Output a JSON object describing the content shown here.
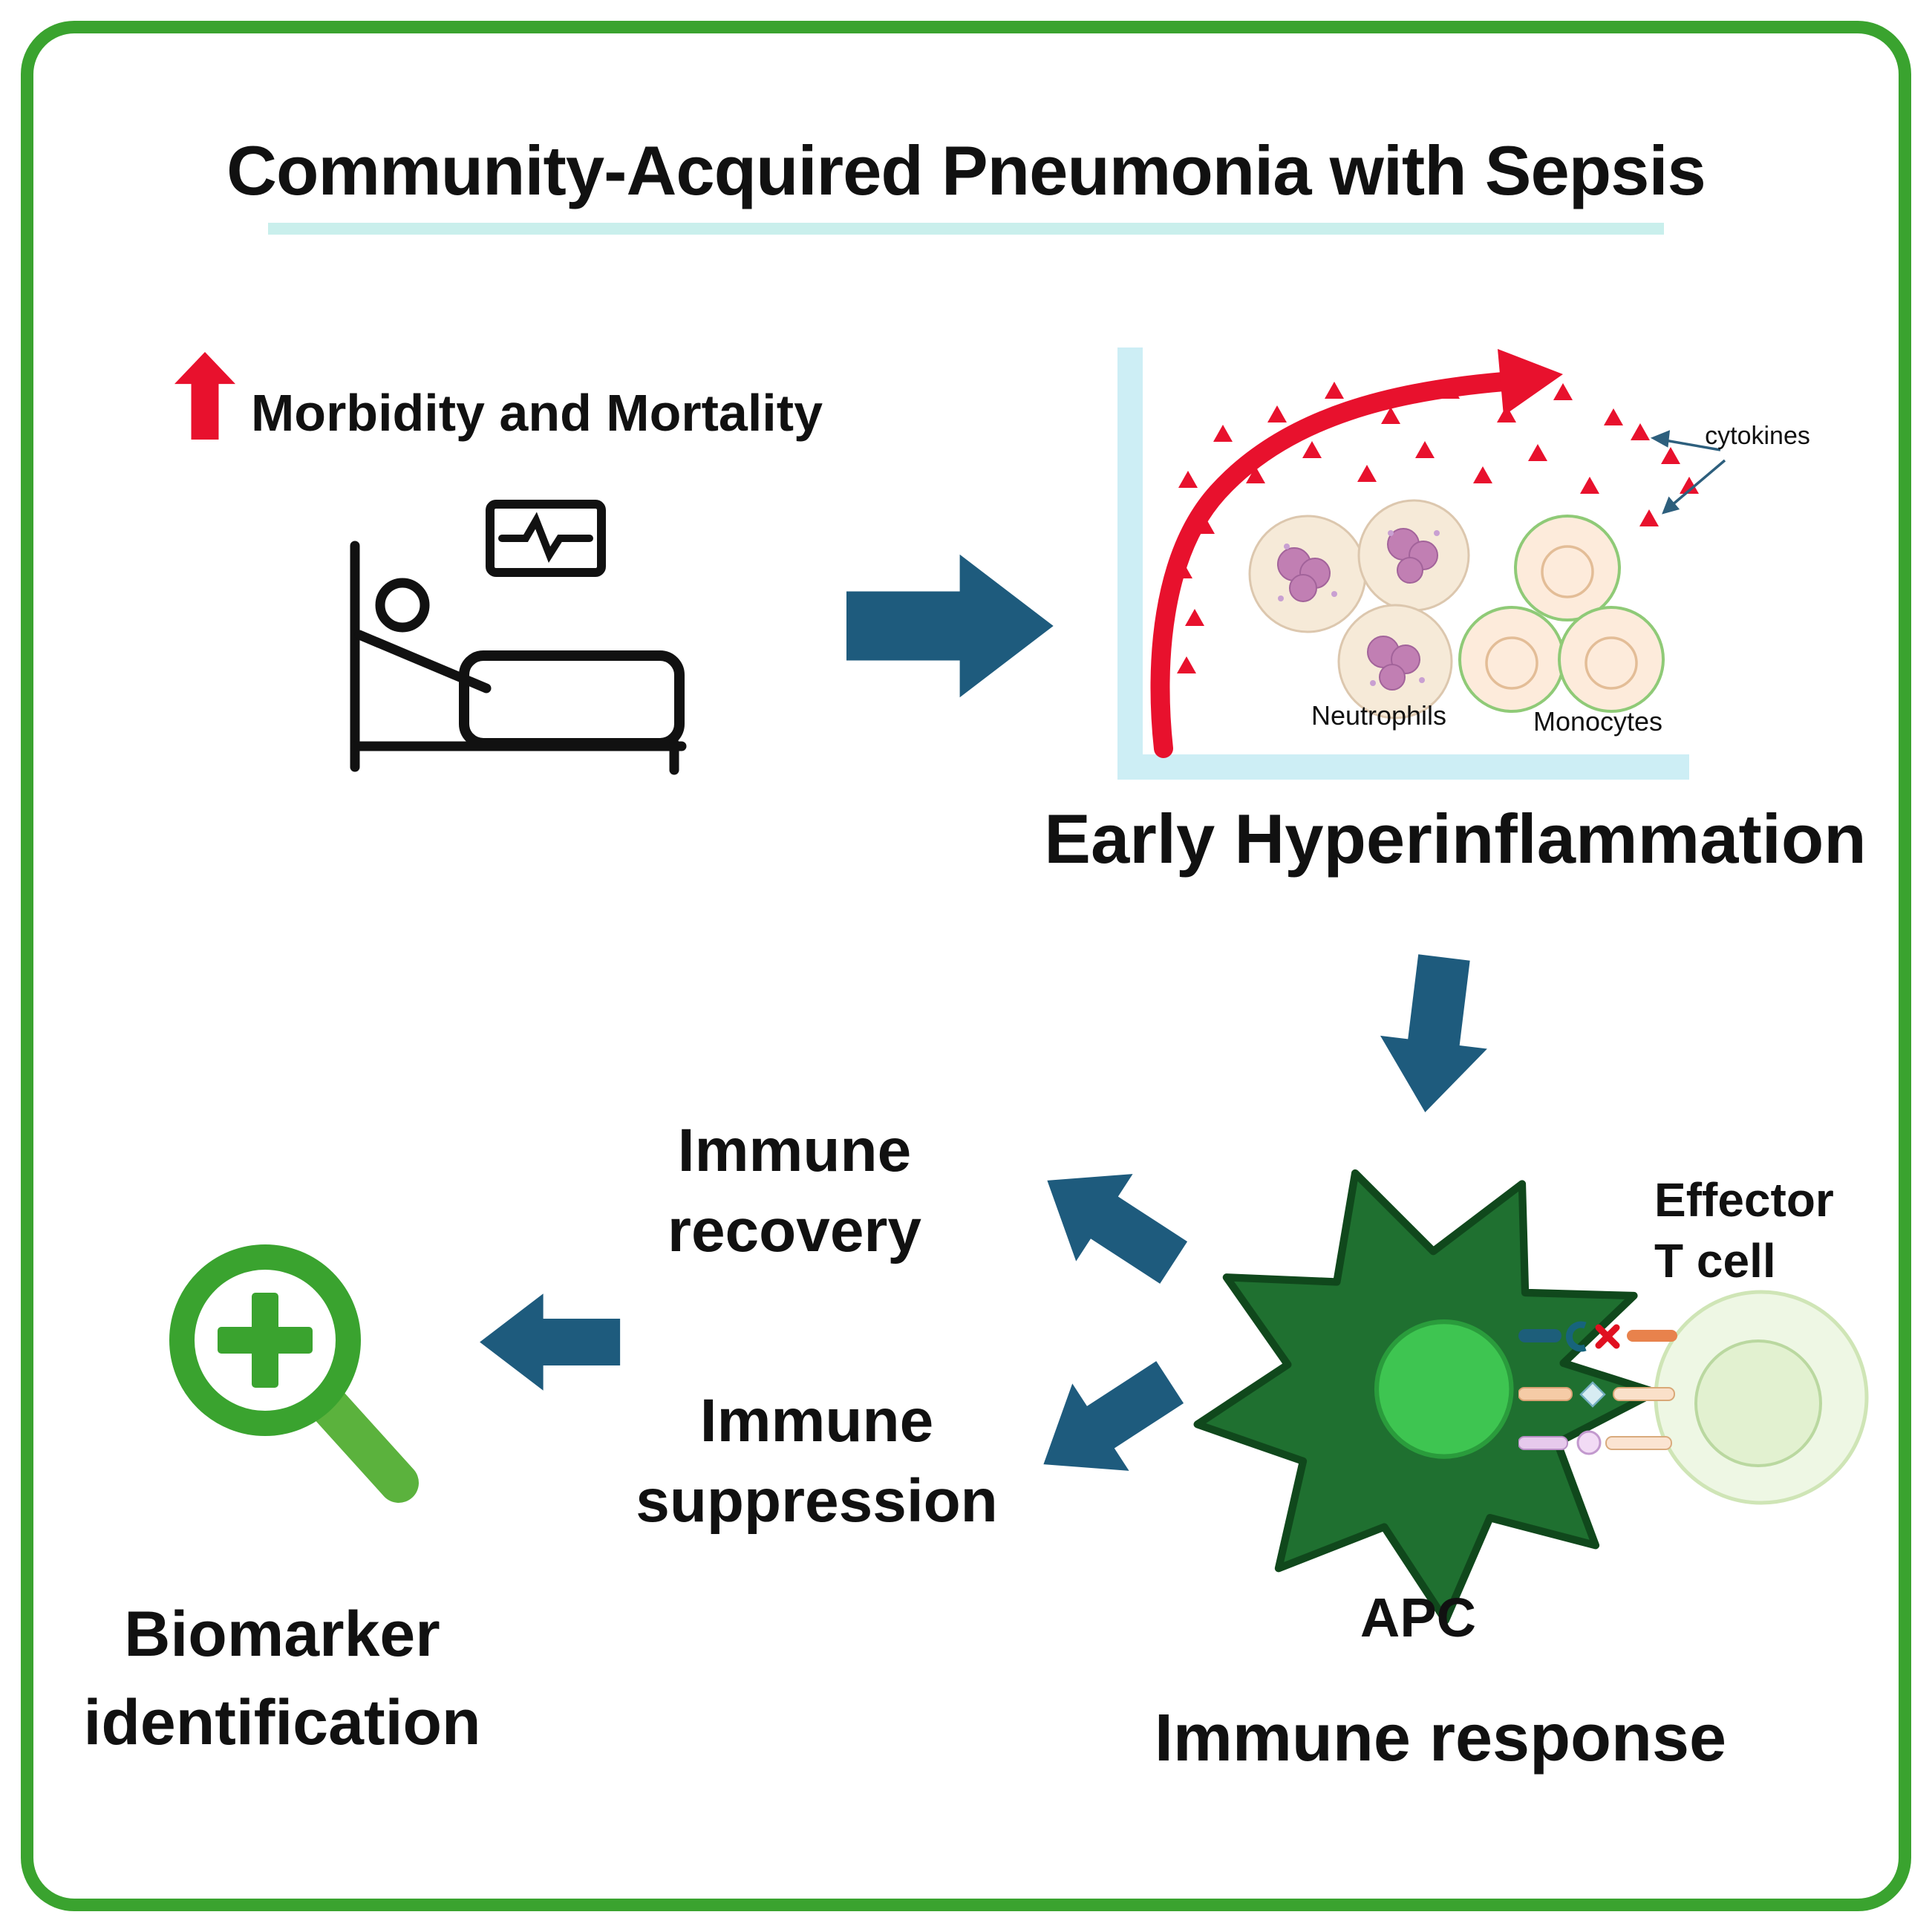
{
  "title": "Community-Acquired Pneumonia with Sepsis",
  "labels": {
    "morbidity": "Morbidity and Mortality",
    "early_hyperinflammation": "Early Hyperinflammation",
    "immune_recovery": "Immune\nrecovery",
    "immune_suppression": "Immune\nsuppression",
    "biomarker_identification": "Biomarker\nidentification",
    "immune_response": "Immune response",
    "apc": "APC",
    "effector_t_cell": "Effector\nT cell"
  },
  "chart": {
    "cytokines": "cytokines",
    "neutrophils": "Neutrophils",
    "monocytes": "Monocytes"
  },
  "icons": {
    "increase-arrow-icon": "red upward block arrow",
    "patient-bed-icon": "patient lying in hospital bed with vitals monitor",
    "flow-arrow-icon": "dark blue block arrow",
    "inflammation-curve-icon": "red rising curve arrow over pale blue axes",
    "cytokine-triangle-icon": "small red triangle",
    "neutrophil-cell-icon": "lobed granulocyte cell",
    "monocyte-cell-icon": "round peach cell with green rim",
    "apc-cell-icon": "green spiky antigen-presenting cell with bright nucleus",
    "t-cell-icon": "pale green effector T cell",
    "receptor-pair-icon": "APC to T cell receptor interactions, one blocked with red X",
    "magnifier-plus-icon": "green magnifying glass with plus sign"
  },
  "colors": {
    "frame-green": "#3aa32f",
    "arrow-blue": "#1e5b7d",
    "alert-red": "#e8112d",
    "axis-cyan": "#cdeef5",
    "underline-aqua": "#c9efec",
    "apc-green": "#1f7030",
    "nucleus-green": "#3ec551",
    "tcell-fill": "#eef7e4",
    "text-black": "#111111"
  }
}
